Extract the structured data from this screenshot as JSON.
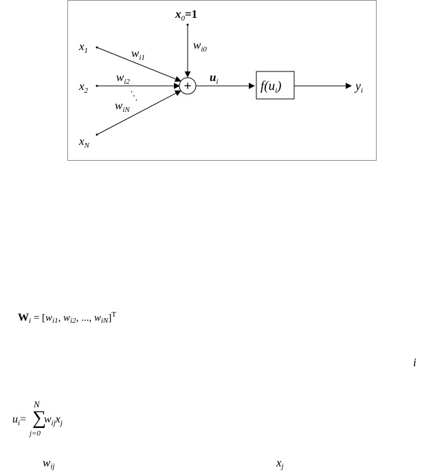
{
  "diagram": {
    "inputs": [
      {
        "label": "x",
        "sub": "1"
      },
      {
        "label": "x",
        "sub": "2"
      },
      {
        "label": "x",
        "sub": "N"
      }
    ],
    "bias_input": {
      "label": "x",
      "sub": "0",
      "value_text": "=1"
    },
    "weights": [
      {
        "label": "w",
        "sub": "i1"
      },
      {
        "label": "w",
        "sub": "i2"
      },
      {
        "label": "w",
        "sub": "iN"
      }
    ],
    "bias_weight": {
      "label": "w",
      "sub": "i0"
    },
    "ellipsis": ". . .",
    "sum_symbol": "+",
    "net_input": {
      "label": "u",
      "sub": "i"
    },
    "activation_box": {
      "text_f": "f(",
      "text_u": "u",
      "text_sub": "i",
      "text_close": ")"
    },
    "output": {
      "label": "y",
      "sub": "i"
    }
  },
  "equations": {
    "weight_vector": {
      "lhs_bold": "W",
      "lhs_sub": "i",
      "middle": " = [",
      "terms": [
        "w",
        "i1",
        ", ",
        "w",
        "i2",
        ", ..., ",
        "w",
        "iN"
      ],
      "close": "]",
      "transpose": "T"
    },
    "index_note": "i",
    "sum_eq": {
      "lhs": "u",
      "lhs_sub": "i",
      "eq": "=",
      "sigma": "∑",
      "upper": "N",
      "lower": "j=0",
      "body_w": "w",
      "body_w_sub": "ij",
      "dot": "·",
      "body_x": "x",
      "body_x_sub": "j"
    },
    "footer_w": {
      "label": "w",
      "sub": "ij"
    },
    "footer_x": {
      "label": "x",
      "sub": "j"
    }
  }
}
